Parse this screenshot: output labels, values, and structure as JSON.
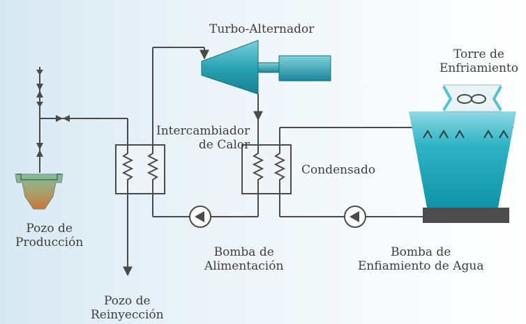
{
  "labels": {
    "turbine": "Turbo-Alternador",
    "tower_line1": "Torre de",
    "tower_line2": "Enfriamiento",
    "hx_line1": "Intercambiador",
    "hx_line2": "de Calor",
    "condenser": "Condensado",
    "prod_line1": "Pozo de",
    "prod_line2": "Producción",
    "feed_pump_line1": "Bomba de",
    "feed_pump_line2": "Alimentación",
    "cool_pump_line1": "Bomba de",
    "cool_pump_line2": "Enfiamiento de Agua",
    "reinj_line1": "Pozo de",
    "reinj_line2": "Reinyección"
  },
  "colors": {
    "background_tint": "#dcebf3",
    "pipe": "#4a4a4a",
    "turbine_teal": "#2aa3b3",
    "tower_teal": "#1fa5b8",
    "tower_base": "#4d4d4d",
    "well_brown": "#b0703a",
    "well_green": "#6aa58c"
  },
  "icons": {
    "pump": "pump-circle-arrow-icon",
    "heat_exchanger": "coil-heat-exchanger-icon",
    "valve": "bowtie-valve-icon",
    "fan": "fan-icon",
    "spray_nozzles": "spray-nozzle-icon"
  }
}
